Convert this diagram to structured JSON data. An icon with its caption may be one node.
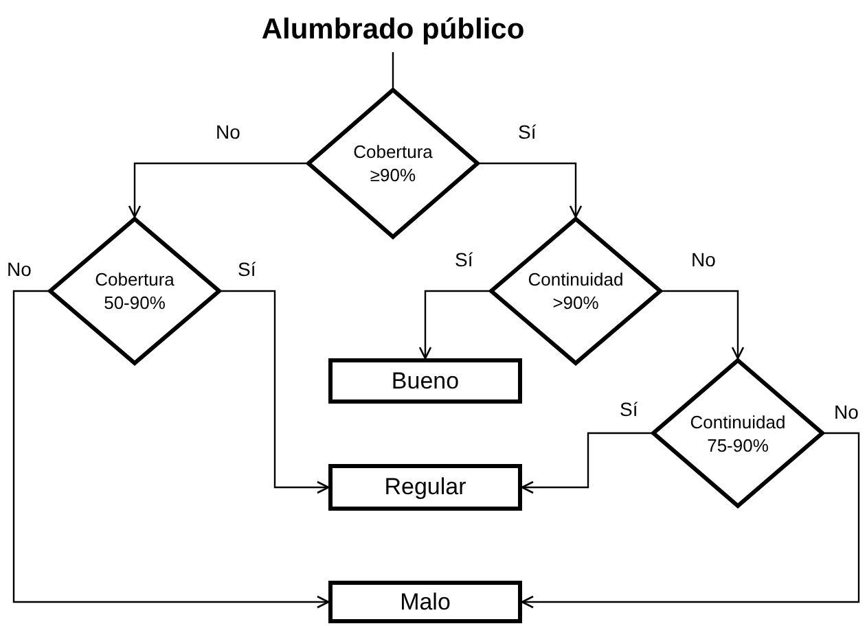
{
  "diagram": {
    "nodes": [
      {
        "text": [
          "Alumbrado público"
        ]
      },
      {
        "text": [
          "Cobertura ≥90%"
        ]
      },
      {
        "text": [
          "Cobertura 50-90%"
        ]
      },
      {
        "text": [
          "Continuidad >90%"
        ]
      },
      {
        "text": [
          "Bueno"
        ]
      },
      {
        "text": [
          "Continuidad 75-90%"
        ]
      },
      {
        "text": [
          "Regular"
        ]
      },
      {
        "text": [
          "Malo"
        ]
      }
    ],
    "edges": [
      {
        "from": 0,
        "to": 1,
        "arrow": "none"
      },
      {
        "from": 1,
        "to": 2,
        "arrow": "to",
        "label": "No"
      },
      {
        "from": 1,
        "to": 3,
        "arrow": "to",
        "label": "Sí"
      },
      {
        "from": 2,
        "to": 7,
        "arrow": "to",
        "label": "No"
      },
      {
        "from": 2,
        "to": 6,
        "arrow": "to",
        "label": "Sí"
      },
      {
        "from": 3,
        "to": 4,
        "arrow": "to",
        "label": "Sí"
      },
      {
        "from": 3,
        "to": 5,
        "arrow": "to",
        "label": "No"
      },
      {
        "from": 5,
        "to": 6,
        "arrow": "to",
        "label": "Sí"
      },
      {
        "from": 5,
        "to": 7,
        "arrow": "to",
        "label": "No"
      }
    ]
  }
}
